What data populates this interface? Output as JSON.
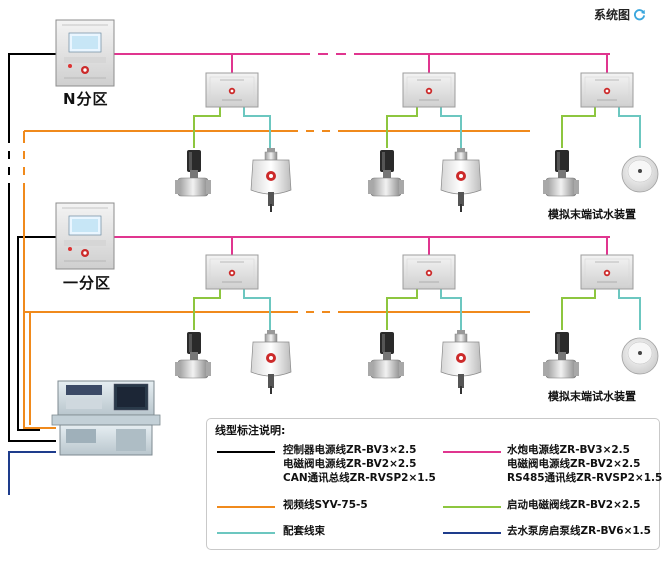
{
  "title": "系统图",
  "zones": {
    "n_zone": "N分区",
    "first_zone": "一分区"
  },
  "test_device_label": "模拟末端试水装置",
  "legend": {
    "title": "线型标注说明:",
    "items": [
      {
        "color": "#000000",
        "lines": [
          "控制器电源线ZR-BV3×2.5",
          "电磁阀电源线ZR-BV2×2.5",
          "CAN通讯总线ZR-RVSP2×1.5"
        ]
      },
      {
        "color": "#e0358f",
        "lines": [
          "水炮电源线ZR-BV3×2.5",
          "电磁阀电源线ZR-BV2×2.5",
          "RS485通讯线ZR-RVSP2×1.5"
        ]
      },
      {
        "color": "#f08a1c",
        "lines": [
          "视频线SYV-75-5"
        ]
      },
      {
        "color": "#8dc63f",
        "lines": [
          "启动电磁阀线ZR-BV2×2.5"
        ]
      },
      {
        "color": "#6cc7c0",
        "lines": [
          "配套线束"
        ]
      },
      {
        "color": "#1e3c8c",
        "lines": [
          "去水泵房启泵线ZR-BV6×1.5"
        ]
      }
    ]
  },
  "colors": {
    "black": "#000000",
    "pink": "#e0358f",
    "orange": "#f08a1c",
    "green": "#8dc63f",
    "cyan": "#6cc7c0",
    "navy": "#1e3c8c"
  },
  "icons": {
    "title_icon": "refresh-icon",
    "controller": "controller-cabinet-icon",
    "junction": "junction-box-icon",
    "valve": "solenoid-valve-icon",
    "cannon": "water-cannon-icon",
    "tester": "test-device-icon",
    "console": "control-console-icon"
  }
}
